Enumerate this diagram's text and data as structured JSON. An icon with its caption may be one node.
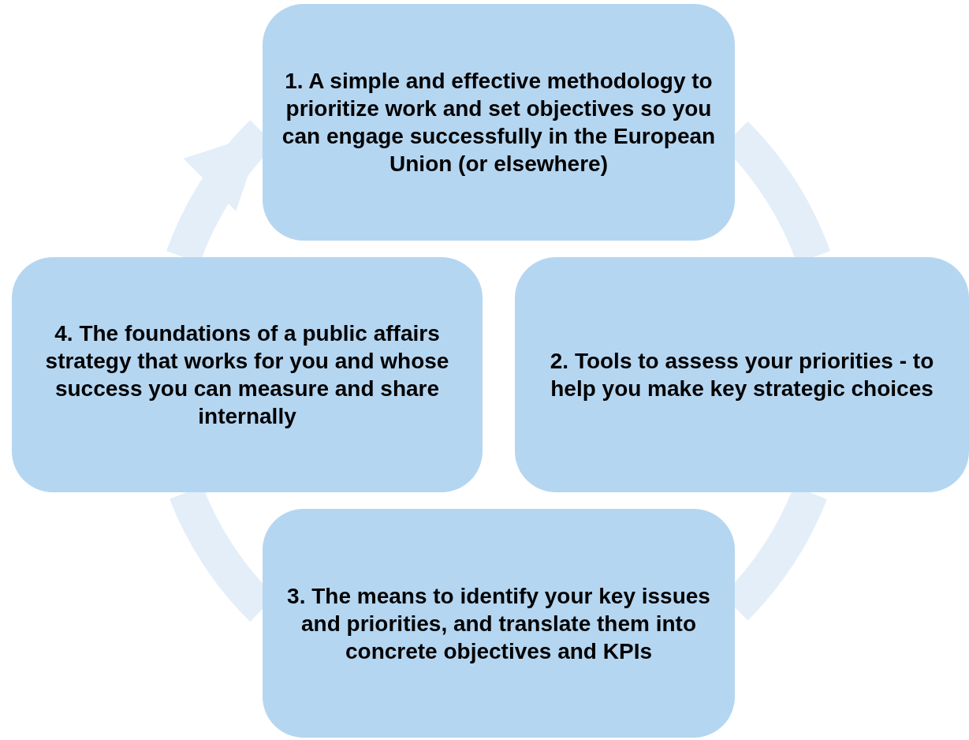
{
  "diagram": {
    "nodes": [
      {
        "text": [
          "1. A simple and effective methodology to prioritize work and set objectives so you can engage successfully in the European Union (or elsewhere)"
        ]
      },
      {
        "text": [
          "2. Tools to assess your priorities - to help you make key strategic choices"
        ]
      },
      {
        "text": [
          "3. The means to identify your key issues and priorities, and translate them into concrete objectives and KPIs"
        ]
      },
      {
        "text": [
          "4. The foundations of a public affairs strategy that works for you and whose success you can measure and share internally"
        ]
      }
    ],
    "edges": [
      {
        "from": 0,
        "to": 1,
        "arrow": "none"
      },
      {
        "from": 1,
        "to": 2,
        "arrow": "none"
      },
      {
        "from": 2,
        "to": 3,
        "arrow": "none"
      },
      {
        "from": 3,
        "to": 0,
        "arrow": "to"
      }
    ]
  }
}
